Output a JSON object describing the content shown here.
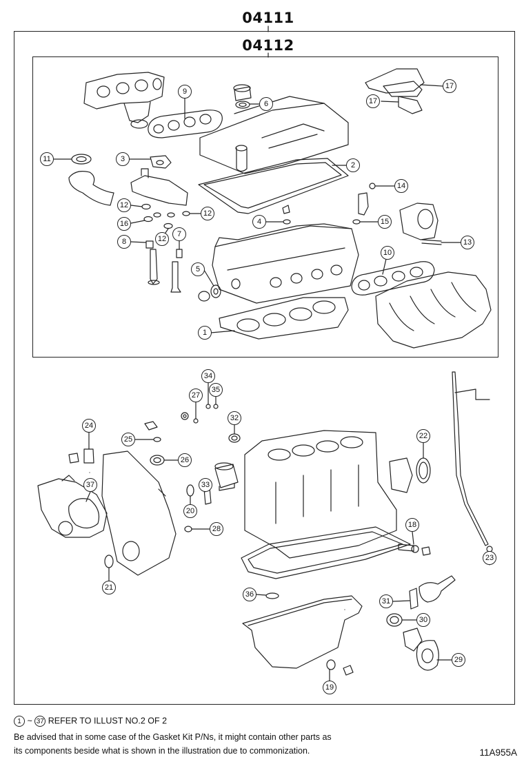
{
  "kit_numbers": {
    "outer": "04111",
    "inner": "04112"
  },
  "callouts": [
    "1",
    "2",
    "3",
    "4",
    "5",
    "6",
    "7",
    "8",
    "9",
    "10",
    "11",
    "12",
    "12",
    "12",
    "13",
    "14",
    "15",
    "16",
    "17",
    "17",
    "18",
    "19",
    "20",
    "21",
    "22",
    "23",
    "24",
    "25",
    "26",
    "27",
    "28",
    "29",
    "30",
    "31",
    "32",
    "33",
    "34",
    "35",
    "36",
    "37"
  ],
  "note": {
    "range_start": "1",
    "range_sep": "~",
    "range_end": "37",
    "refer_text": "REFER TO ILLUST NO.2 OF 2",
    "line1": "Be advised that in some case of the Gasket Kit P/Ns,  it might contain other parts as",
    "line2": "its components beside what is shown in the illustration due to commonization."
  },
  "illustration_code": "11A955A"
}
